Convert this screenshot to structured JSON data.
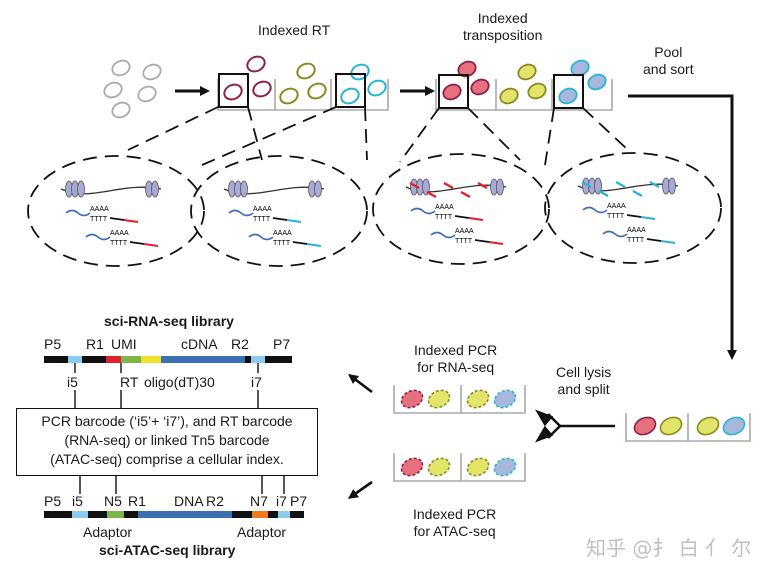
{
  "labels": {
    "indexed_rt": "Indexed RT",
    "indexed_transposition": "Indexed\ntransposition",
    "pool_and_sort": "Pool\nand sort",
    "cell_lysis": "Cell lysis\nand split",
    "pcr_rna": "Indexed PCR\nfor RNA-seq",
    "pcr_atac": "Indexed PCR\nfor ATAC-seq"
  },
  "rna_library": {
    "title": "sci-RNA-seq library",
    "top_labels": [
      "P5",
      "R1",
      "UMI",
      "cDNA",
      "R2",
      "P7"
    ],
    "bottom_labels": [
      "i5",
      "RT",
      "oligo(dT)30",
      "i7"
    ]
  },
  "atac_library": {
    "title": "sci-ATAC-seq library",
    "top_labels": [
      "P5",
      "i5",
      "N5",
      "R1",
      "DNA",
      "R2",
      "N7",
      "i7",
      "P7"
    ],
    "adaptor_left": "Adaptor",
    "adaptor_right": "Adaptor"
  },
  "index_box": "PCR barcode (‘i5’+ ‘i7’), and RT barcode\n(RNA-seq) or linked Tn5 barcode\n(ATAC-seq) comprise a cellular index.",
  "transcript": {
    "poly_a": "AAAA",
    "poly_t": "TTTT"
  },
  "watermark": "知乎 @扌 白 亻 尔",
  "colors": {
    "red": "#e0202a",
    "pink": "#e8707e",
    "olive": "#8a8a22",
    "yellow": "#e3e46a",
    "cyan": "#27b3d8",
    "maroon": "#8c2248",
    "blue": "#3a6fb3",
    "green": "#7ab648",
    "orange": "#f07a1c",
    "light_blue": "#8ccbee"
  }
}
